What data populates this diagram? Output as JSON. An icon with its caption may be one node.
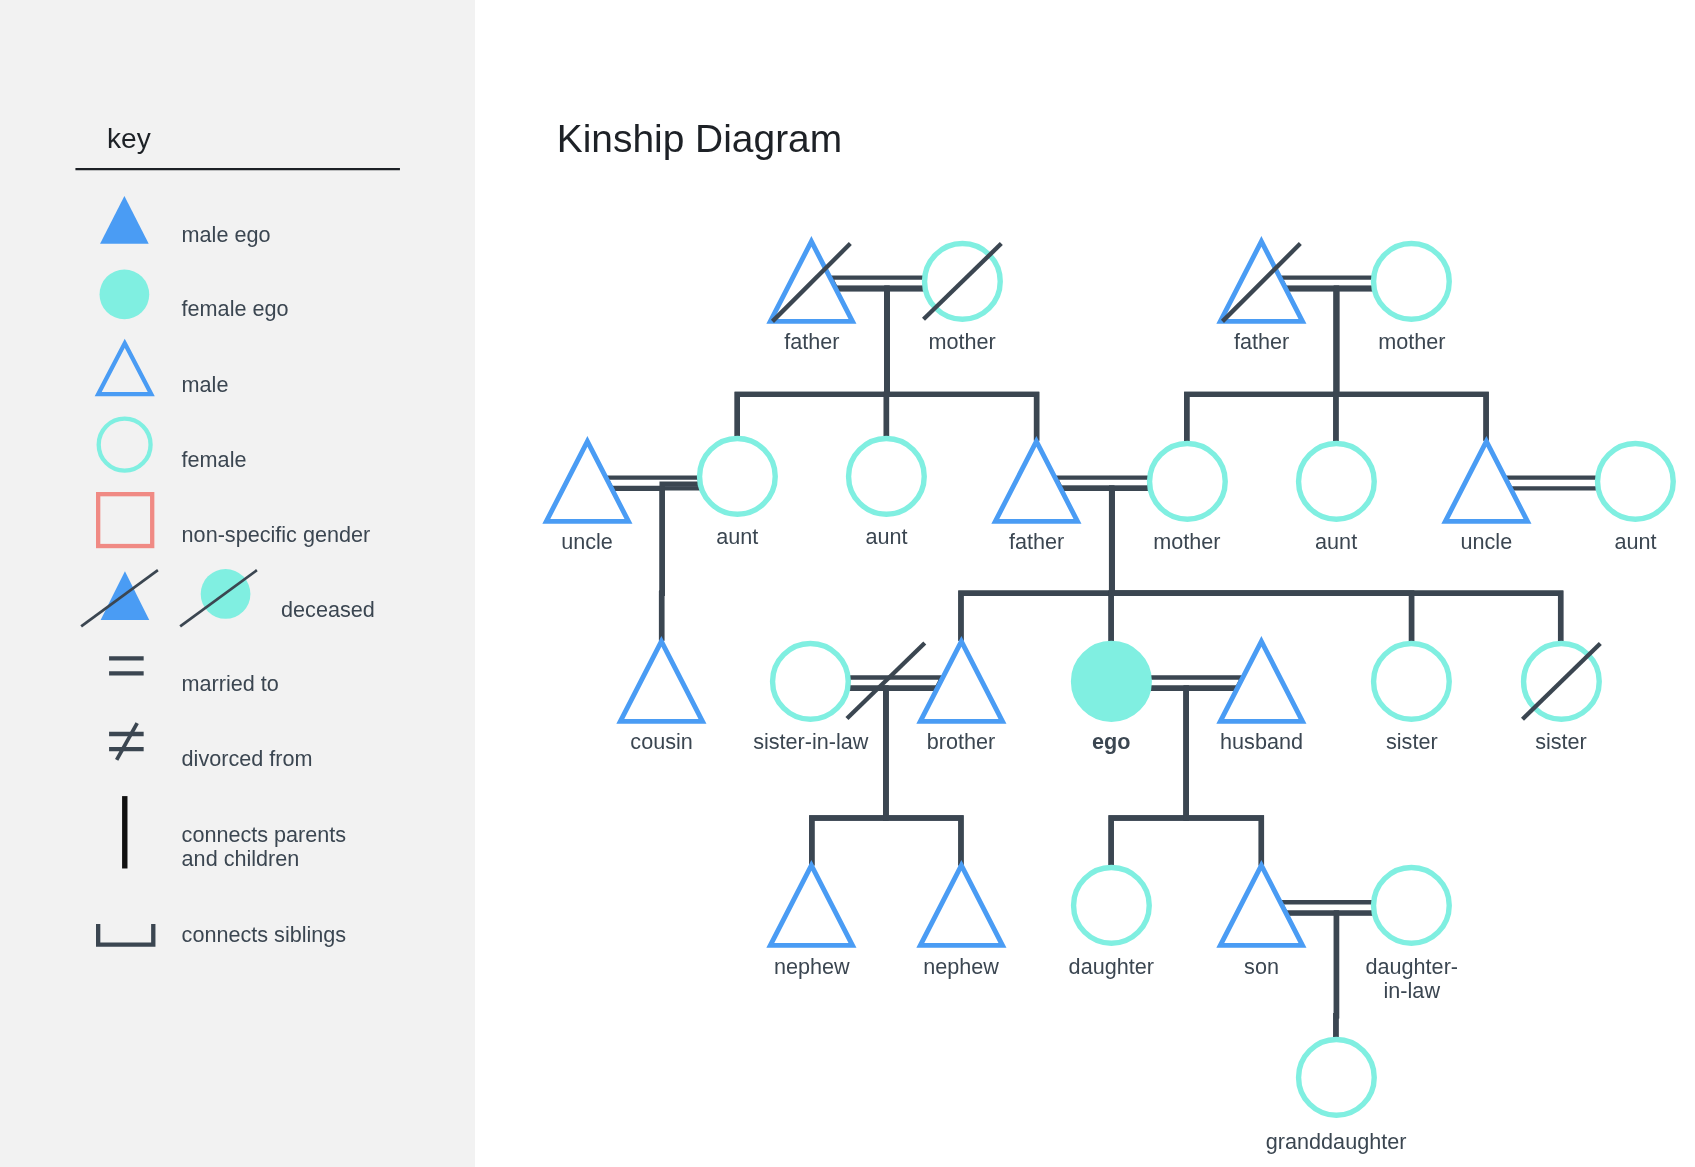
{
  "diagram": {
    "title": "Kinship Diagram",
    "nodes": [
      {
        "text": [],
        "shape": "triangle",
        "beside": [
          "father"
        ]
      },
      {
        "text": [],
        "shape": "circle",
        "beside": [
          "mother"
        ]
      },
      {
        "text": [],
        "shape": "triangle",
        "beside": [
          "father"
        ]
      },
      {
        "text": [],
        "shape": "circle",
        "beside": [
          "mother"
        ]
      },
      {
        "text": [],
        "shape": "triangle",
        "beside": [
          "uncle"
        ]
      },
      {
        "text": [],
        "shape": "circle",
        "beside": [
          "aunt"
        ]
      },
      {
        "text": [],
        "shape": "circle",
        "beside": [
          "aunt"
        ]
      },
      {
        "text": [],
        "shape": "triangle",
        "beside": [
          "father"
        ]
      },
      {
        "text": [],
        "shape": "circle",
        "beside": [
          "mother"
        ]
      },
      {
        "text": [],
        "shape": "circle",
        "beside": [
          "aunt"
        ]
      },
      {
        "text": [],
        "shape": "triangle",
        "beside": [
          "uncle"
        ]
      },
      {
        "text": [],
        "shape": "circle",
        "beside": [
          "aunt"
        ]
      },
      {
        "text": [],
        "shape": "triangle",
        "beside": [
          "cousin"
        ]
      },
      {
        "text": [],
        "shape": "circle",
        "beside": [
          "sister-in-law"
        ]
      },
      {
        "text": [],
        "shape": "triangle",
        "beside": [
          "brother"
        ]
      },
      {
        "text": [],
        "shape": "circle",
        "beside": [
          "ego"
        ]
      },
      {
        "text": [],
        "shape": "triangle",
        "beside": [
          "husband"
        ]
      },
      {
        "text": [],
        "shape": "circle",
        "beside": [
          "sister"
        ]
      },
      {
        "text": [],
        "shape": "circle",
        "beside": [
          "sister"
        ]
      },
      {
        "text": [],
        "shape": "triangle",
        "beside": [
          "nephew"
        ]
      },
      {
        "text": [],
        "shape": "triangle",
        "beside": [
          "nephew"
        ]
      },
      {
        "text": [],
        "shape": "circle",
        "beside": [
          "daughter"
        ]
      },
      {
        "text": [],
        "shape": "triangle",
        "beside": [
          "son"
        ]
      },
      {
        "text": [],
        "shape": "circle",
        "beside": [
          "daughter-in-law"
        ]
      },
      {
        "text": [],
        "shape": "circle",
        "beside": [
          "granddaughter"
        ]
      }
    ],
    "edges": [
      {
        "from": 0,
        "to": 1,
        "arrow": "none"
      },
      {
        "from": 2,
        "to": 3,
        "arrow": "none"
      },
      {
        "from": 4,
        "to": 5,
        "arrow": "none"
      },
      {
        "from": 7,
        "to": 8,
        "arrow": "none"
      },
      {
        "from": 10,
        "to": 11,
        "arrow": "none"
      },
      {
        "from": 13,
        "to": 14,
        "arrow": "none"
      },
      {
        "from": 15,
        "to": 16,
        "arrow": "none"
      },
      {
        "from": 22,
        "to": 23,
        "arrow": "none"
      },
      {
        "from": 0,
        "to": 5,
        "arrow": "none"
      },
      {
        "from": 1,
        "to": 5,
        "arrow": "none"
      },
      {
        "from": 0,
        "to": 6,
        "arrow": "none"
      },
      {
        "from": 1,
        "to": 6,
        "arrow": "none"
      },
      {
        "from": 0,
        "to": 7,
        "arrow": "none"
      },
      {
        "from": 1,
        "to": 7,
        "arrow": "none"
      },
      {
        "from": 2,
        "to": 8,
        "arrow": "none"
      },
      {
        "from": 3,
        "to": 8,
        "arrow": "none"
      },
      {
        "from": 2,
        "to": 9,
        "arrow": "none"
      },
      {
        "from": 3,
        "to": 9,
        "arrow": "none"
      },
      {
        "from": 2,
        "to": 10,
        "arrow": "none"
      },
      {
        "from": 3,
        "to": 10,
        "arrow": "none"
      },
      {
        "from": 4,
        "to": 12,
        "arrow": "none"
      },
      {
        "from": 5,
        "to": 12,
        "arrow": "none"
      },
      {
        "from": 7,
        "to": 14,
        "arrow": "none"
      },
      {
        "from": 8,
        "to": 14,
        "arrow": "none"
      },
      {
        "from": 7,
        "to": 15,
        "arrow": "none"
      },
      {
        "from": 8,
        "to": 15,
        "arrow": "none"
      },
      {
        "from": 7,
        "to": 17,
        "arrow": "none"
      },
      {
        "from": 8,
        "to": 17,
        "arrow": "none"
      },
      {
        "from": 7,
        "to": 18,
        "arrow": "none"
      },
      {
        "from": 8,
        "to": 18,
        "arrow": "none"
      },
      {
        "from": 13,
        "to": 19,
        "arrow": "none"
      },
      {
        "from": 14,
        "to": 19,
        "arrow": "none"
      },
      {
        "from": 13,
        "to": 20,
        "arrow": "none"
      },
      {
        "from": 14,
        "to": 20,
        "arrow": "none"
      },
      {
        "from": 15,
        "to": 21,
        "arrow": "none"
      },
      {
        "from": 16,
        "to": 21,
        "arrow": "none"
      },
      {
        "from": 15,
        "to": 22,
        "arrow": "none"
      },
      {
        "from": 16,
        "to": 22,
        "arrow": "none"
      },
      {
        "from": 22,
        "to": 24,
        "arrow": "none"
      },
      {
        "from": 23,
        "to": 24,
        "arrow": "none"
      }
    ],
    "labels": [
      "key"
    ],
    "legend": [
      {
        "text": "male ego"
      },
      {
        "text": "female ego"
      },
      {
        "text": "male"
      },
      {
        "text": "female"
      },
      {
        "text": "non-specific gender"
      },
      {
        "text": "deceased"
      },
      {
        "text": "married to"
      },
      {
        "text": "divorced from"
      },
      {
        "text": "connects parents and children"
      },
      {
        "text": "connects siblings"
      }
    ]
  }
}
